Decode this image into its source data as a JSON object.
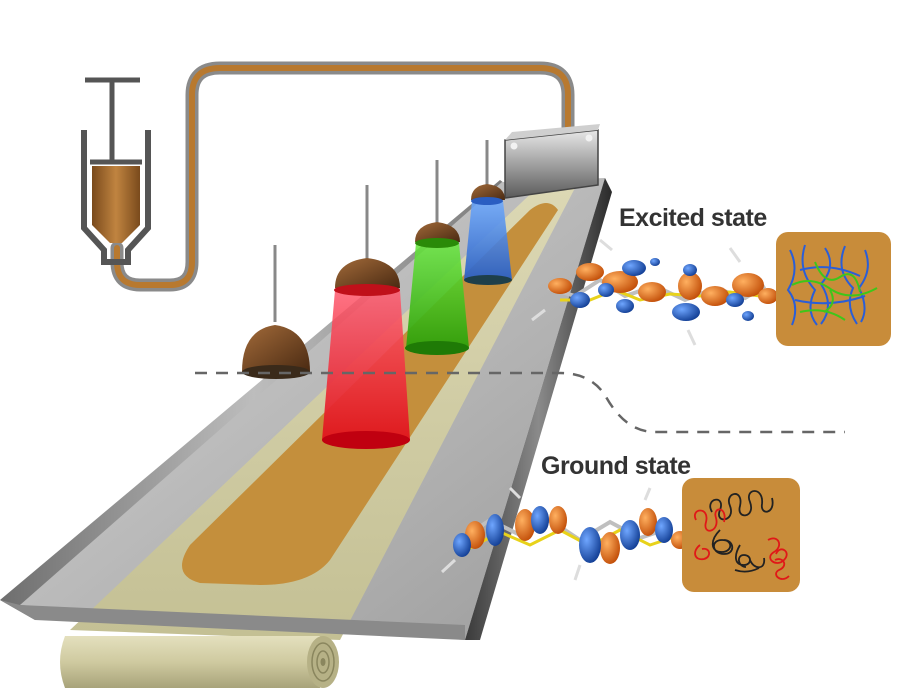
{
  "labels": {
    "excited": "Excited state",
    "ground": "Ground state"
  },
  "colors": {
    "label_text": "#333333",
    "syringe_fluid": "#9a6426",
    "tube": "#b8792f",
    "belt_film": "#c48f3c",
    "lamp_body": "#7a4a24",
    "red_light": "#e8222c",
    "green_light": "#3bbf14",
    "blue_light": "#3f7fe0",
    "orbital_orange": "#e06a12",
    "orbital_blue": "#1f57b8",
    "inset_bg": "#c88c3a",
    "chain_blue": "#2a5ed8",
    "chain_green": "#3ec61a",
    "chain_black": "#222222",
    "chain_red": "#e01818"
  },
  "lamps": [
    {
      "name": "lamp-off",
      "color": "none"
    },
    {
      "name": "lamp-red",
      "color": "red"
    },
    {
      "name": "lamp-green",
      "color": "green"
    },
    {
      "name": "lamp-blue",
      "color": "blue"
    }
  ]
}
